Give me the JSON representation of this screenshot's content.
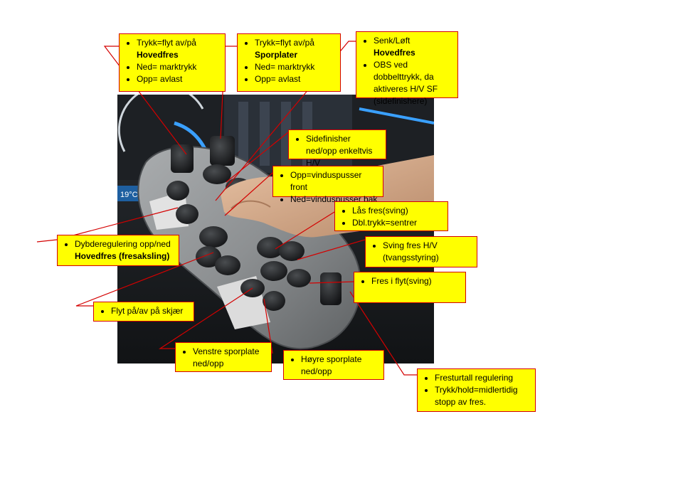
{
  "callouts": [
    {
      "id": "hovedfres-trykk",
      "items": [
        {
          "lines": [
            "Trykk=flyt av/på"
          ],
          "bold": "Hovedfres"
        },
        {
          "lines": [
            "Ned= marktrykk"
          ]
        },
        {
          "lines": [
            "Opp= avlast"
          ]
        }
      ]
    },
    {
      "id": "sporplater-trykk",
      "items": [
        {
          "lines": [
            "Trykk=flyt av/på"
          ],
          "bold": "Sporplater"
        },
        {
          "lines": [
            "Ned= marktrykk"
          ]
        },
        {
          "lines": [
            "Opp= avlast"
          ]
        }
      ]
    },
    {
      "id": "senk-loft",
      "items": [
        {
          "lines": [
            "Senk/Løft"
          ],
          "bold": "Hovedfres"
        },
        {
          "lines": [
            "OBS ved dobbelttrykk, da aktiveres H/V SF (sidefinishere)"
          ]
        }
      ]
    },
    {
      "id": "sidefinisher",
      "items": [
        {
          "lines": [
            "Sidefinisher ned/opp enkeltvis H/V"
          ]
        }
      ]
    },
    {
      "id": "vindusspusser",
      "items": [
        {
          "lines": [
            "Opp=vinduspusser front"
          ]
        },
        {
          "lines": [
            "Ned=vinduspusser bak"
          ]
        }
      ]
    },
    {
      "id": "las-fres",
      "items": [
        {
          "lines": [
            "Lås fres(sving)"
          ]
        },
        {
          "lines": [
            "Dbl.trykk=sentrer"
          ]
        }
      ]
    },
    {
      "id": "dybderegulering",
      "items": [
        {
          "lines": [
            "Dybderegulering opp/ned"
          ],
          "bold": "Hovedfres (fresaksling)"
        }
      ]
    },
    {
      "id": "sving-fres",
      "items": [
        {
          "lines": [
            "Sving fres H/V (tvangsstyring)"
          ]
        }
      ]
    },
    {
      "id": "fres-i-flyt",
      "items": [
        {
          "lines": [
            "Fres i flyt(sving)"
          ]
        }
      ]
    },
    {
      "id": "flyt-skjaer",
      "items": [
        {
          "lines": [
            "Flyt på/av på skjær"
          ]
        }
      ]
    },
    {
      "id": "venstre-sporplate",
      "items": [
        {
          "lines": [
            "Venstre sporplate ned/opp"
          ]
        }
      ]
    },
    {
      "id": "hoyre-sporplate",
      "items": [
        {
          "lines": [
            "Høyre sporplate ned/opp"
          ]
        }
      ]
    },
    {
      "id": "fresturtall",
      "items": [
        {
          "lines": [
            "Fresturtall regulering"
          ]
        },
        {
          "lines": [
            "Trykk/hold=midlertidig stopp av fres."
          ]
        }
      ]
    }
  ],
  "photo": {
    "dash_readout": "19°C"
  },
  "colors": {
    "callout_fill": "#ffff00",
    "callout_border": "#d40000",
    "leader_line": "#d40000"
  }
}
